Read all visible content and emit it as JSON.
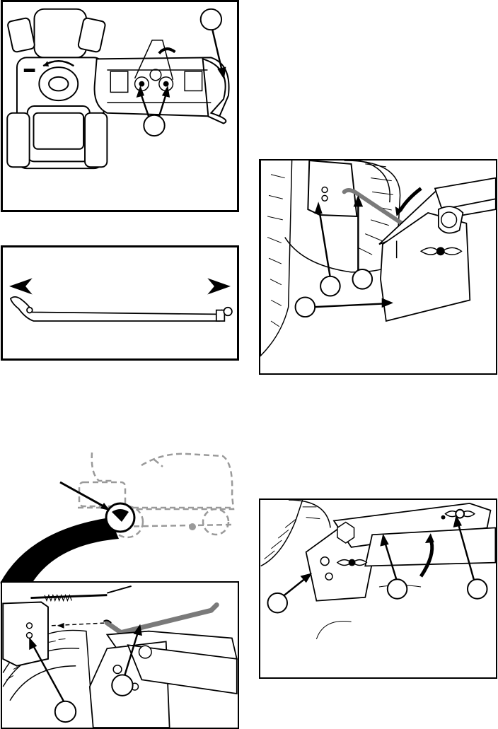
{
  "page": {
    "description_free": true
  },
  "figures": [
    {
      "id": "fig-deck-belt-top-view",
      "callouts": [
        "",
        ""
      ]
    },
    {
      "id": "fig-deck-lift-rod",
      "callouts": []
    },
    {
      "id": "fig-tractor-side-view",
      "callouts": []
    },
    {
      "id": "fig-lift-rod-installed",
      "callouts": [
        "",
        ""
      ]
    },
    {
      "id": "fig-bracket-lift-rod",
      "callouts": [
        "",
        "",
        ""
      ]
    },
    {
      "id": "fig-lift-link-pin",
      "callouts": [
        "",
        "",
        ""
      ]
    }
  ],
  "colors": {
    "ink": "#000000",
    "rod_gray": "#7a7a7a",
    "dashed_gray": "#9a9a9a",
    "paper": "#ffffff"
  }
}
